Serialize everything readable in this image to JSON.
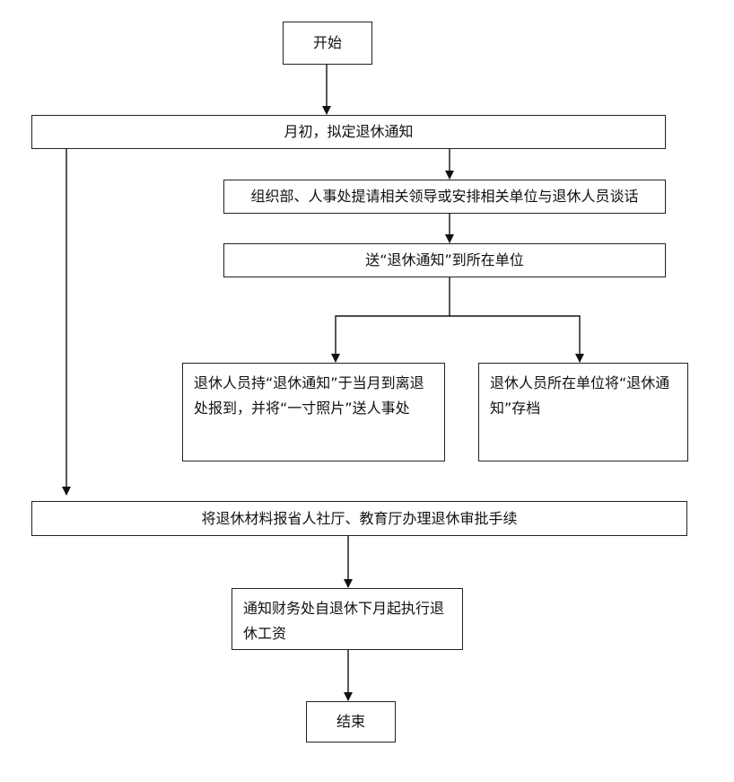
{
  "flowchart": {
    "start": "开始",
    "step1": "月初，拟定退休通知",
    "step2": "组织部、人事处提请相关领导或安排相关单位与退休人员谈话",
    "step3": "送“退休通知”到所在单位",
    "branch_left": "退休人员持“退休通知”于当月到离退处报到，并将“一寸照片”送人事处",
    "branch_right": "退休人员所在单位将“退休通知”存档",
    "step4": "将退休材料报省人社厅、教育厅办理退休审批手续",
    "step5": "通知财务处自退休下月起执行退休工资",
    "end": "结束"
  }
}
